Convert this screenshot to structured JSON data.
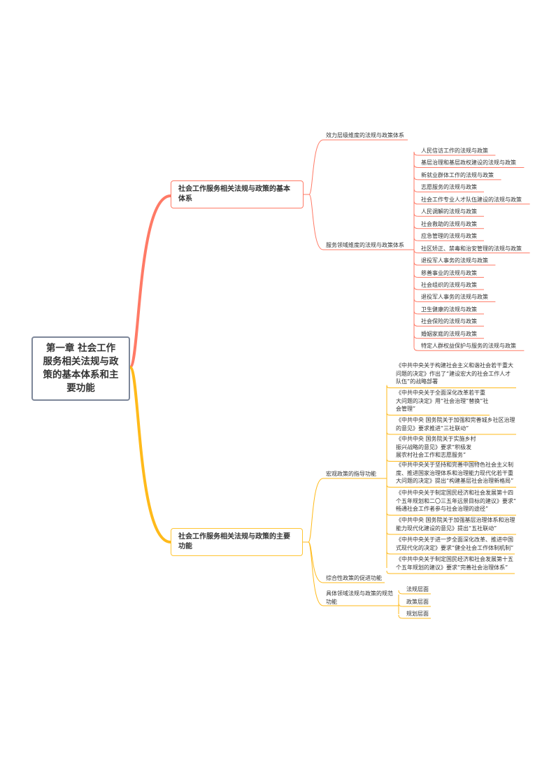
{
  "root": {
    "title": "第一章 社会工作服务相关法规与政策的基本体系和主要功能"
  },
  "colors": {
    "red": "#ff7a66",
    "orange": "#ffba1a",
    "root_border": "#7d8799"
  },
  "branch1": {
    "title": "社会工作服务相关法规与政策的基本体系",
    "children": [
      {
        "label": "效力层级维度的法规与政策体系"
      },
      {
        "label": "服务领域维度的法规与政策体系"
      }
    ],
    "items": [
      "人民信访工作的法规与政策",
      "基层治理和基层政权建设的法规与政策",
      "新就业群体工作的法规与政策",
      "志愿服务的法规与政策",
      "社会工作专业人才队伍建设的法规与政策",
      "人民调解的法规与政策",
      "社会救助的法规与政策",
      "应急管理的法规与政策",
      "社区矫正、禁毒和治安管理的法规与政策",
      "退役军人事务的法规与政策",
      "慈善事业的法规与政策",
      "社会组织的法规与政策",
      "退役军人事务的法规与政策",
      "卫生健康的法规与政策",
      "社会保险的法规与政策",
      "婚姻家庭的法规与政策",
      "特定人群权益保护与服务的法规与政策"
    ]
  },
  "branch2": {
    "title": "社会工作服务相关法规与政策的主要功能",
    "children": [
      {
        "label": "宏观政策的指导功能"
      },
      {
        "label": "综合性政策的促进功能"
      },
      {
        "label": "具体领域法规与政策的规范功能"
      }
    ],
    "macro_items": [
      [
        "《中共中央关于构建社会主义和谐社会若干重大",
        "问题的决定》作出了“建设宏大的社会工作人才",
        "队伍”的战略部署"
      ],
      [
        "《中共中央关于全面深化改革若干重",
        "大问题的决定》用“社会治理”替换“社",
        "会管理”"
      ],
      [
        "《中共中央 国务院关于加强和完善城乡社区治理",
        "的意见》要求推进“三社联动”"
      ],
      [
        "《中共中央 国务院关于实施乡村",
        "振兴战略的意见》要求“积极发",
        "展农村社会工作和志愿服务”"
      ],
      [
        "《中共中央关于坚持和完善中国特色社会主义制",
        "度、推进国家治理体系和治理能力现代化若干重",
        "大问题的决定》提出“构建基层社会治理新格局”"
      ],
      [
        "《中共中央关于制定国民经济和社会发展第十四",
        "个五年规划和二〇三五年远景目标的建议》要求“",
        "畅通社会工作者参与社会治理的途径”"
      ],
      [
        "《中共中央 国务院关于加强基层治理体系和治理",
        "能力现代化建设的意见》提出“五社联动”"
      ],
      [
        "《中共中央关于进一步全面深化改革、推进中国",
        "式现代化的决定》要求“健全社会工作体制机制”"
      ],
      [
        "《中共中央关于制定国民经济和社会发展第十五",
        "个五年规划的建议》要求“完善社会治理体系”"
      ]
    ],
    "norm_items": [
      "法规层面",
      "政策层面",
      "规划层面"
    ]
  }
}
